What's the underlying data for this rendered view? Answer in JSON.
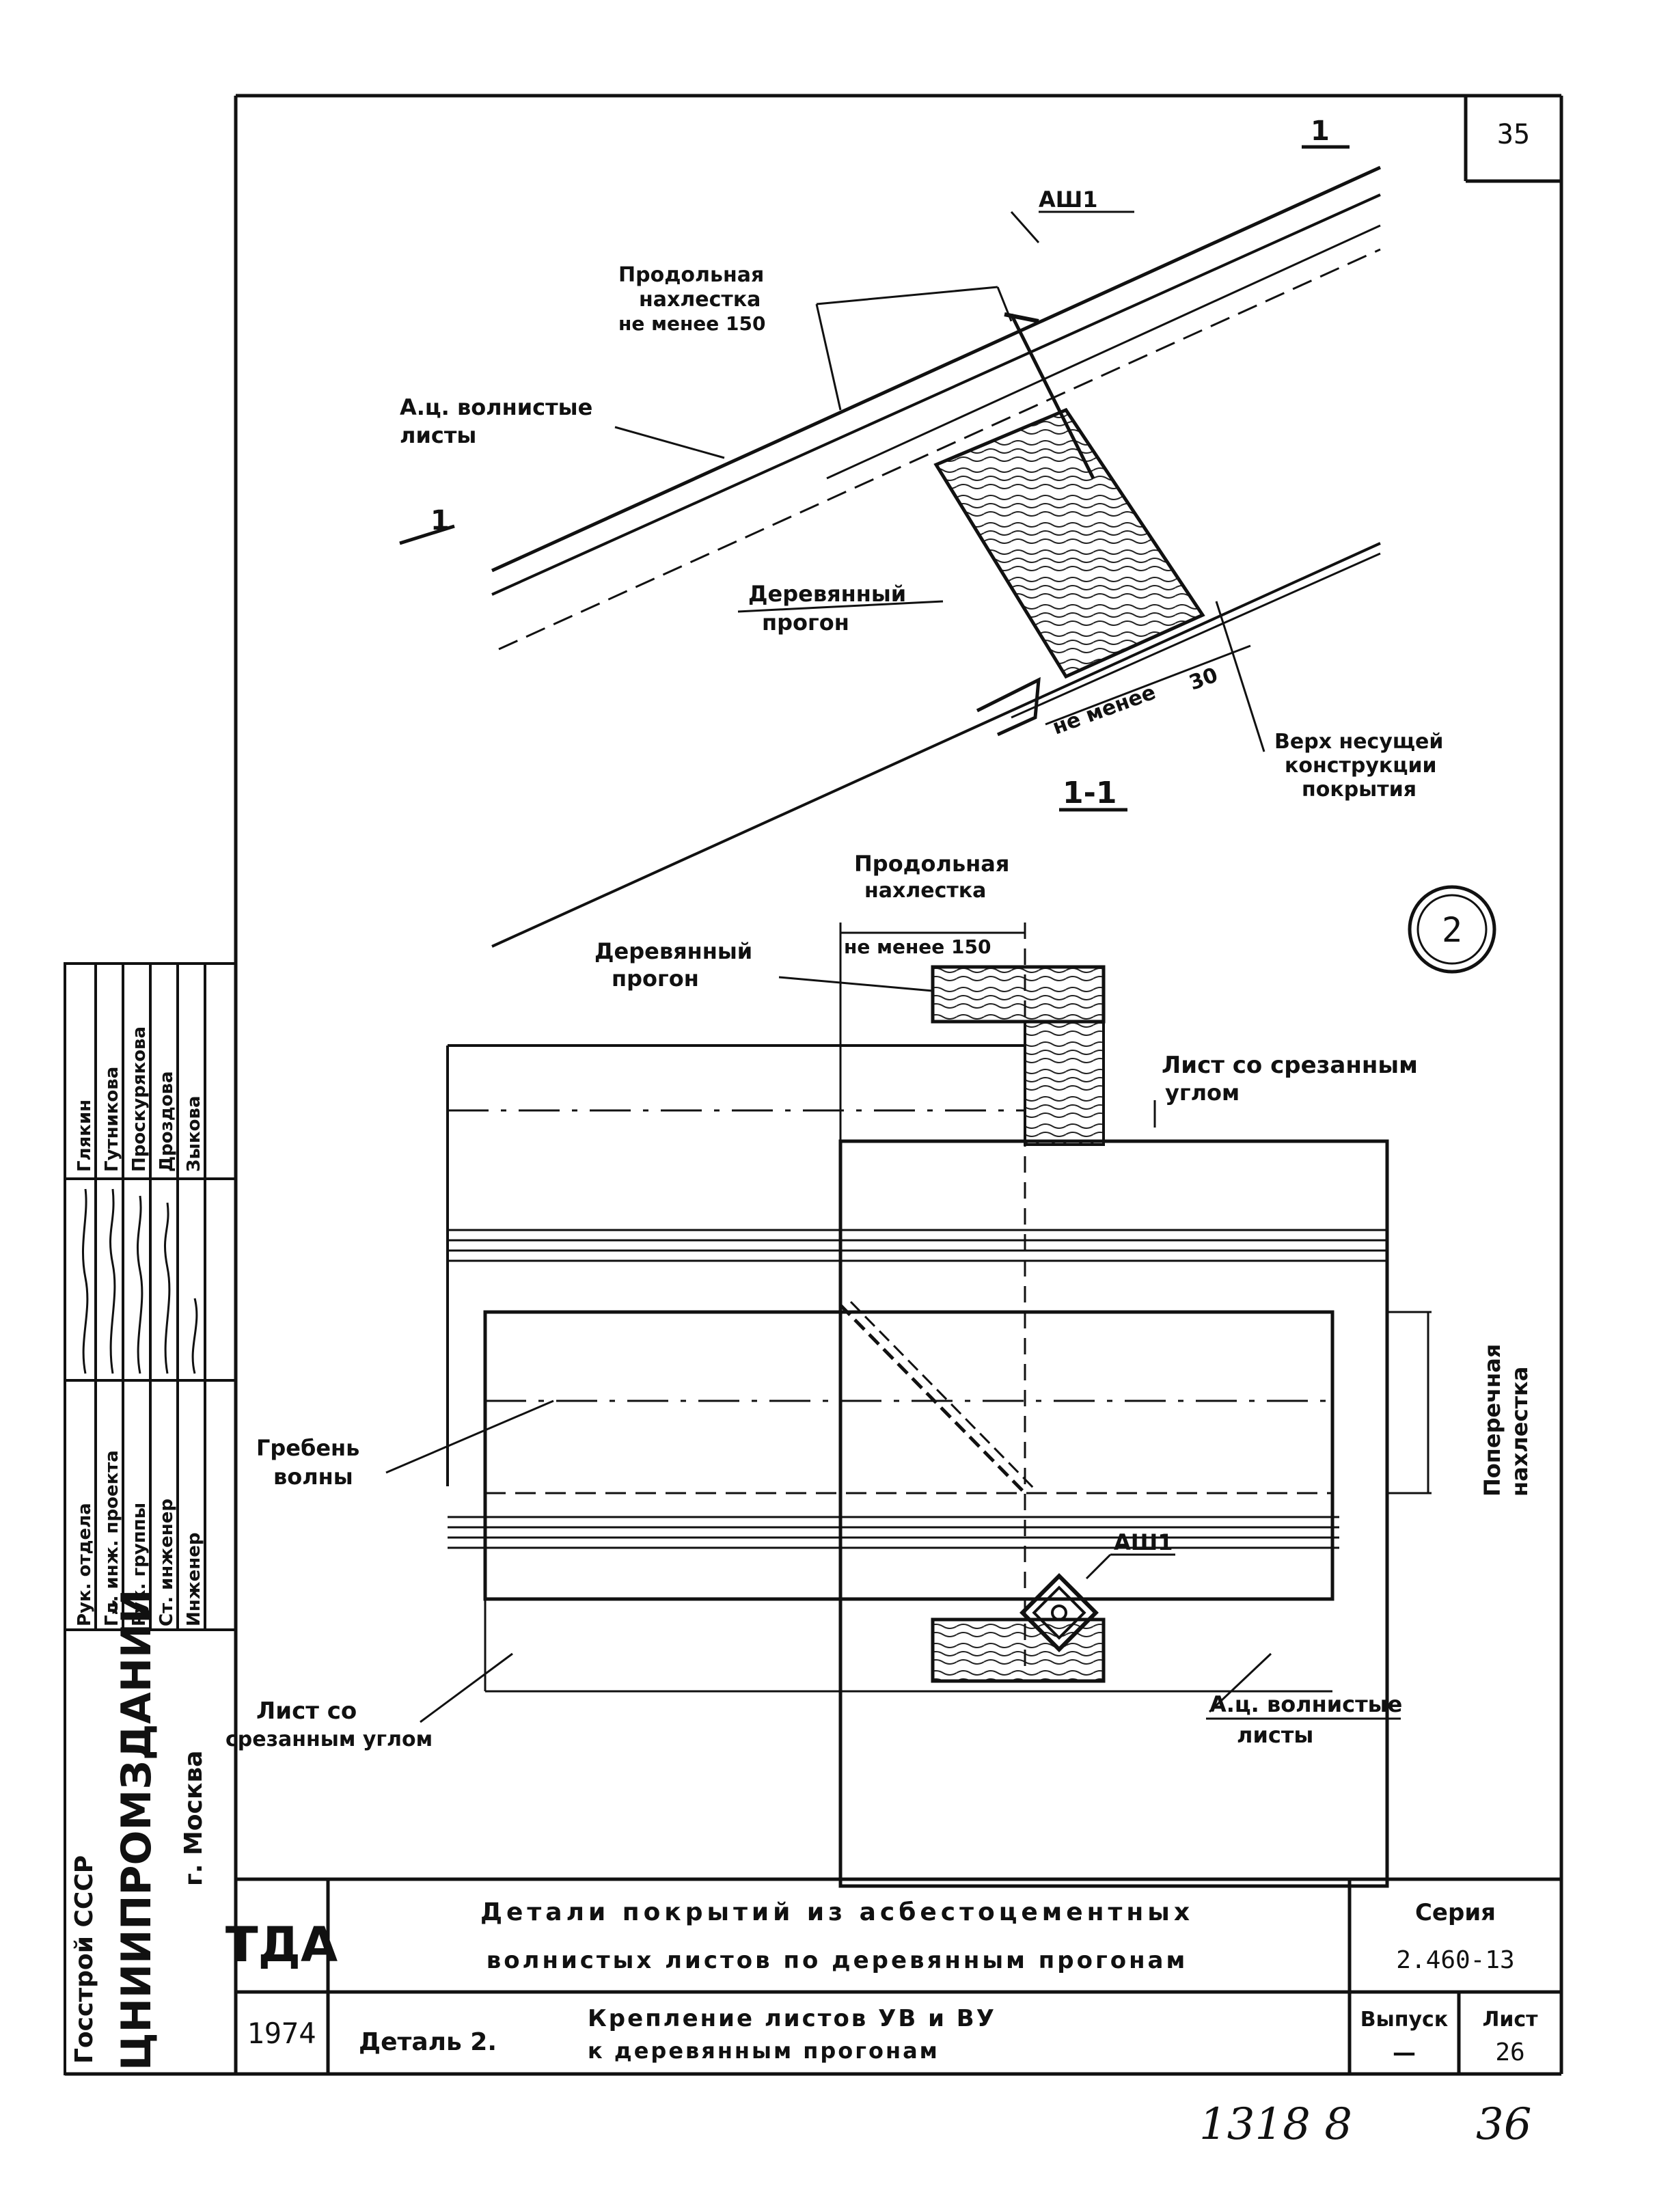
{
  "sheet": {
    "page_number": "35",
    "bottom_note_left": "1318 8",
    "bottom_note_right": "36"
  },
  "section_view": {
    "cut_mark": "1-1",
    "cut_mark_left": "1",
    "cut_mark_right": "1",
    "fastener_label": "АШ1",
    "overlap_label_line1": "Продольная",
    "overlap_label_line2": "нахлестка",
    "overlap_label_line3": "не менее 150",
    "sheets_label_line1": "А.ц. волнистые",
    "sheets_label_line2": "листы",
    "purlin_label_line1": "Деревянный",
    "purlin_label_line2": "прогон",
    "min_label": "не менее",
    "min_value": "30",
    "structure_label_line1": "Верх несущей",
    "structure_label_line2": "конструкции",
    "structure_label_line3": "покрытия",
    "title": "1-1"
  },
  "plan_view": {
    "detail_number": "2",
    "overlap_label_line1": "Продольная",
    "overlap_label_line2": "нахлестка",
    "overlap_min": "не менее 150",
    "purlin_label_line1": "Деревянный",
    "purlin_label_line2": "прогон",
    "cut_corner_label_line1": "Лист со срезанным",
    "cut_corner_label_line2": "углом",
    "cross_overlap_line1": "Поперечная",
    "cross_overlap_line2": "нахлестка",
    "crest_label_line1": "Гребень",
    "crest_label_line2": "волны",
    "fastener_label": "АШ1",
    "cut_sheet_label_line1": "Лист со",
    "cut_sheet_label_line2": "срезанным углом",
    "sheets_label_line1": "А.ц. волнистые",
    "sheets_label_line2": "листы"
  },
  "side_stamp": {
    "org_line1": "Госстрой СССР",
    "org_line2": "ЦНИИПРОМЗДАНИЙ",
    "org_line3": "г. Москва",
    "roles": [
      "Рук. отдела",
      "Гл. инж. проекта",
      "Рук. группы",
      "Ст. инженер",
      "Инженер"
    ],
    "names": [
      "Глякин",
      "Гутникова",
      "Проскурякова",
      "Дроздова",
      "Зыкова"
    ]
  },
  "title_block": {
    "code": "ТДА",
    "year": "1974",
    "title_line1": "Детали покрытий из асбестоцементных",
    "title_line2": "волнистых листов по деревянным прогонам",
    "detail": "Деталь 2.",
    "subtitle_line1": "Крепление листов УВ и ВУ",
    "subtitle_line2": "к деревянным прогонам",
    "series_label": "Серия",
    "series_value": "2.460-13",
    "issue_label": "Выпуск",
    "issue_value": "—",
    "sheet_label": "Лист",
    "sheet_value": "26"
  }
}
